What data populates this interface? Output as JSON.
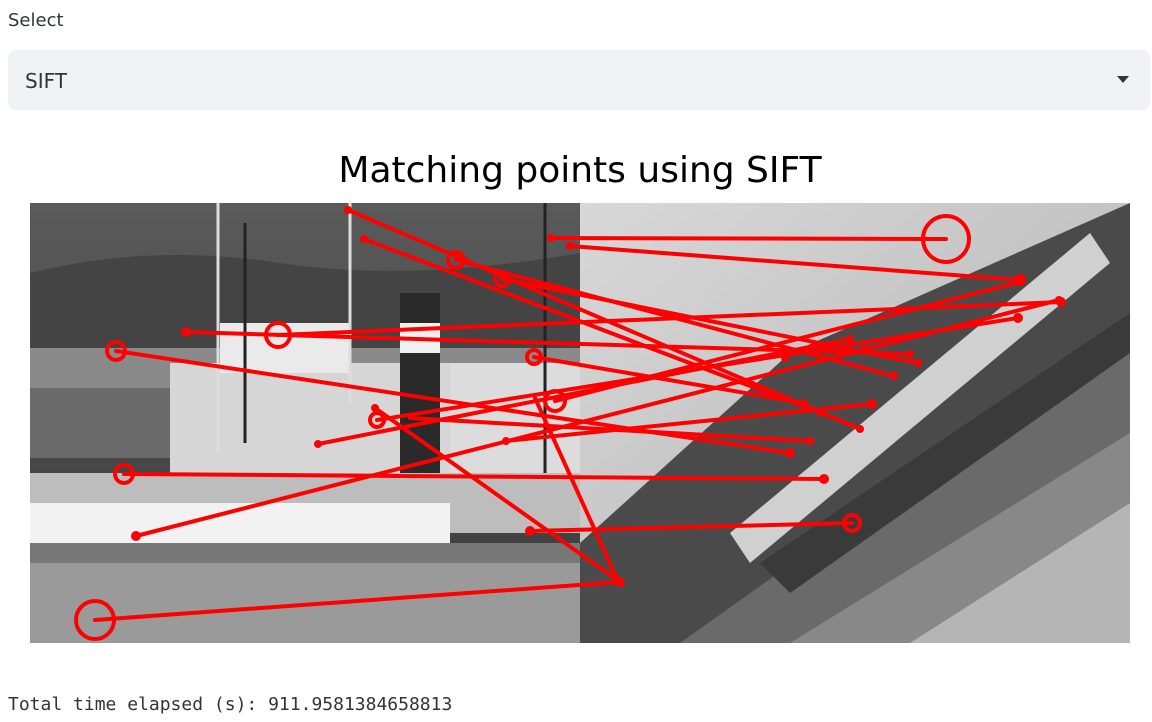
{
  "select": {
    "label": "Select",
    "value": "SIFT",
    "icon": "caret-down-icon"
  },
  "figure": {
    "title": "Matching points using SIFT",
    "line_color": "#ff0000"
  },
  "elapsed": {
    "label": "Total time elapsed (s):",
    "value": "911.9581384658813"
  }
}
